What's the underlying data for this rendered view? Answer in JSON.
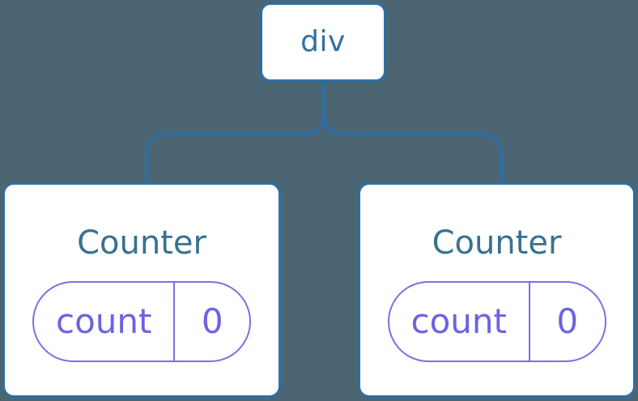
{
  "theme": {
    "canvas_bg": "#4c6572",
    "node_bg": "#ffffff",
    "line_blue": "#2e6ea3",
    "tag_text_blue": "#3170a2",
    "component_text_blue": "#38718f",
    "state_purple": "#6b63e1",
    "pill_border_purple": "#7a71e3"
  },
  "tree": {
    "root": {
      "label": "div"
    },
    "children": [
      {
        "name": "Counter",
        "state_key": "count",
        "state_value": "0"
      },
      {
        "name": "Counter",
        "state_key": "count",
        "state_value": "0"
      }
    ]
  }
}
